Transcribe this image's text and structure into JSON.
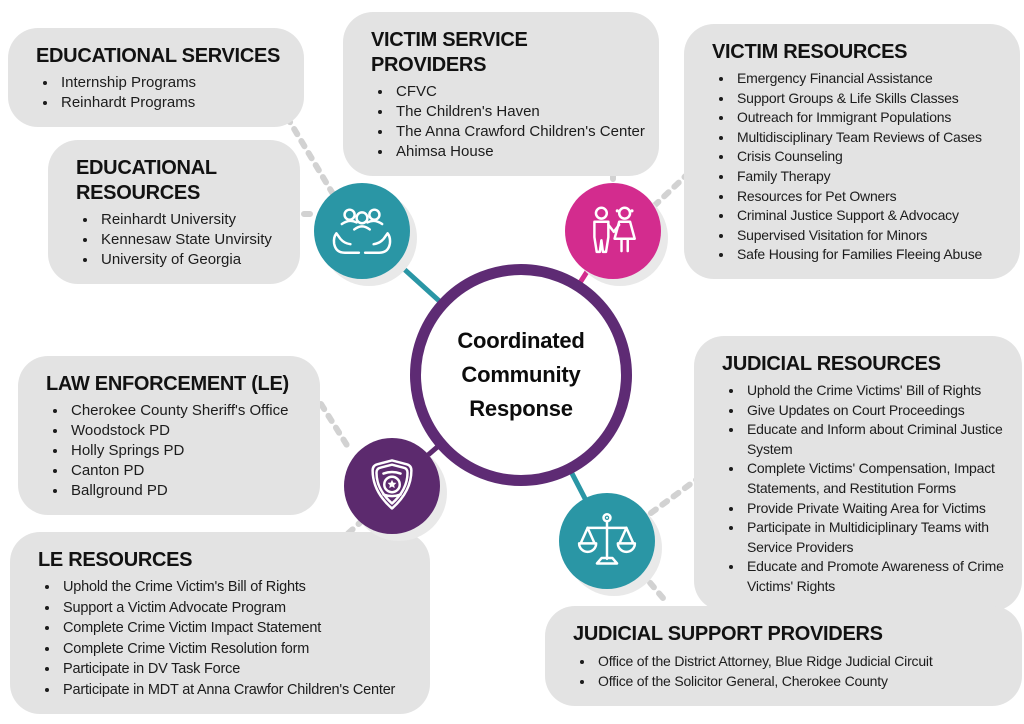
{
  "center": {
    "title": "Coordinated Community Response"
  },
  "colors": {
    "teal": "#2a96a5",
    "pink": "#d32c8e",
    "purple": "#5c2a6e",
    "ring_purple": "#5e2b74",
    "box_background": "#e3e3e3",
    "dotted_connector": "#d2d2d2",
    "text": "#141414"
  },
  "icons": {
    "education": "community-hands-icon",
    "victim": "children-icon",
    "law_enforcement": "police-badge-icon",
    "judicial": "scales-of-justice-icon"
  },
  "boxes": {
    "educational_services": {
      "title": "EDUCATIONAL SERVICES",
      "items": [
        "Internship Programs",
        "Reinhardt Programs"
      ]
    },
    "educational_resources": {
      "title": "EDUCATIONAL RESOURCES",
      "items": [
        "Reinhardt University",
        "Kennesaw State Unvirsity",
        "University of Georgia"
      ]
    },
    "victim_service_providers": {
      "title": "VICTIM SERVICE PROVIDERS",
      "items": [
        "CFVC",
        "The Children's Haven",
        "The Anna Crawford Children's Center",
        "Ahimsa House"
      ]
    },
    "victim_resources": {
      "title": "VICTIM RESOURCES",
      "items": [
        "Emergency Financial Assistance",
        "Support Groups & Life Skills Classes",
        "Outreach for Immigrant Populations",
        "Multidisciplinary Team Reviews of Cases",
        "Crisis Counseling",
        "Family Therapy",
        "Resources for Pet Owners",
        "Criminal Justice Support & Advocacy",
        "Supervised Visitation for Minors",
        "Safe Housing for Families Fleeing Abuse"
      ]
    },
    "law_enforcement": {
      "title": "LAW ENFORCEMENT (LE)",
      "items": [
        "Cherokee County Sheriff's Office",
        "Woodstock PD",
        "Holly Springs PD",
        "Canton PD",
        "Ballground PD"
      ]
    },
    "le_resources": {
      "title": "LE RESOURCES",
      "items": [
        "Uphold the Crime Victim's Bill of Rights",
        "Support a Victim Advocate Program",
        "Complete Crime Victim Impact Statement",
        "Complete Crime Victim Resolution form",
        "Participate in DV Task Force",
        "Participate in MDT at Anna Crawfor Children's Center"
      ]
    },
    "judicial_resources": {
      "title": "JUDICIAL RESOURCES",
      "items": [
        "Uphold the Crime Victims' Bill of Rights",
        "Give Updates on Court Proceedings",
        "Educate and Inform about Criminal Justice System",
        "Complete Victims' Compensation, Impact Statements, and Restitution Forms",
        "Provide Private Waiting Area for Victims",
        "Participate in Multidiciplinary Teams with Service Providers",
        "Educate and Promote Awareness of Crime Victims' Rights"
      ]
    },
    "judicial_support_providers": {
      "title": "JUDICIAL SUPPORT PROVIDERS",
      "items": [
        "Office of the District Attorney, Blue Ridge Judicial Circuit",
        "Office of the Solicitor General, Cherokee County"
      ]
    }
  }
}
